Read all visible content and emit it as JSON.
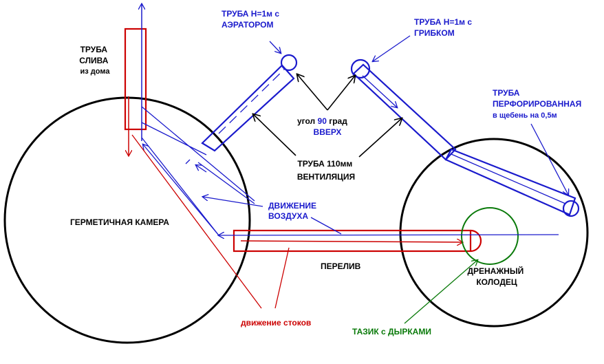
{
  "colors": {
    "outline": "#000000",
    "air": "#1a1acc",
    "sewage": "#cc0000",
    "basin": "#0a7a0a"
  },
  "labels": {
    "drain_pipe": [
      "ТРУБА",
      "СЛИВА",
      "из дома"
    ],
    "aerator_pipe": [
      "ТРУБА Н=1м с",
      "АЭРАТОРОМ"
    ],
    "fungus_pipe": [
      "ТРУБА Н=1м с",
      "ГРИБКОМ"
    ],
    "angle": {
      "prefix": "угол ",
      "value": "90",
      "suffix": " град",
      "up": "ВВЕРХ"
    },
    "ventilation": [
      "ТРУБА 110мм",
      "ВЕНТИЛЯЦИЯ"
    ],
    "perforated_pipe": [
      "ТРУБА",
      "ПЕРФОРИРОВАННАЯ",
      "в щебень на 0,5м"
    ],
    "air_movement": [
      "ДВИЖЕНИЕ",
      "ВОЗДУХА"
    ],
    "sealed_chamber": "ГЕРМЕТИЧНАЯ КАМЕРА",
    "overflow": "ПЕРЕЛИВ",
    "drain_well": [
      "ДРЕНАЖНЫЙ",
      "КОЛОДЕЦ"
    ],
    "sewage_movement": "движение стоков",
    "basin": "ТАЗИК с ДЫРКАМИ"
  }
}
